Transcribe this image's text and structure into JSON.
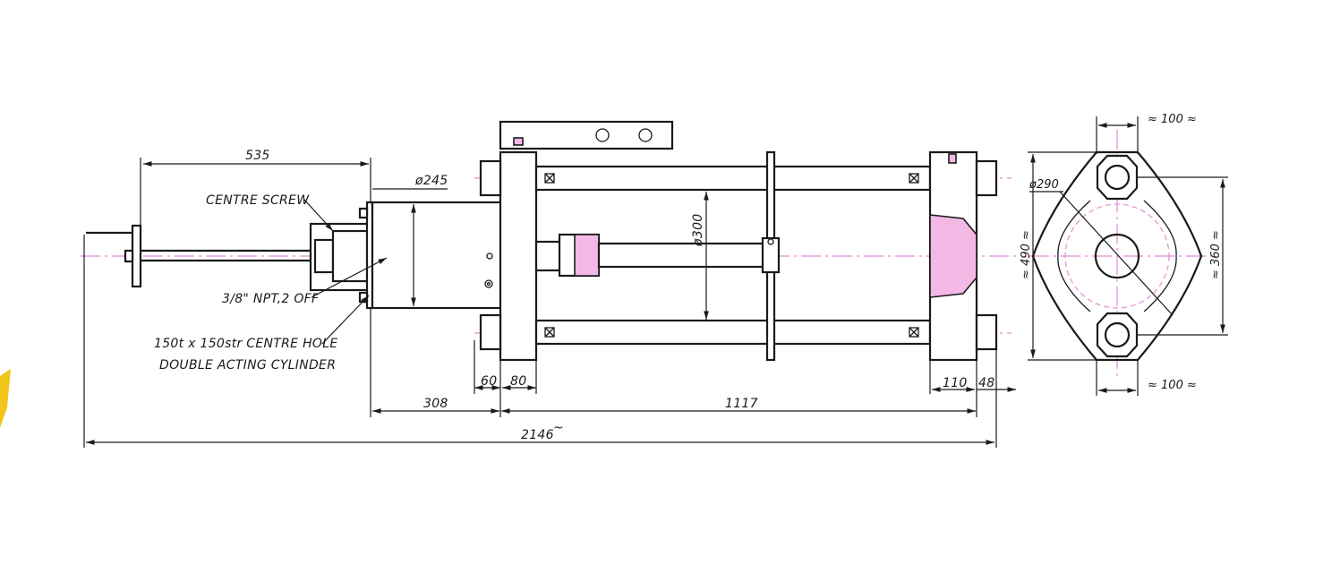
{
  "dimensions": {
    "d535": "535",
    "d308": "308",
    "d1117": "1117",
    "d2146": "2146",
    "d60": "60",
    "d80": "80",
    "d110": "110",
    "d48": "48",
    "phi245": "ø245",
    "phi300": "ø300",
    "phi290": "ø290",
    "d490": "≈ 490 ≈",
    "d360": "≈ 360 ≈",
    "top100": "≈ 100 ≈",
    "bottom100": "≈ 100 ≈",
    "tilde": "~"
  },
  "labels": {
    "centre_screw": "CENTRE SCREW",
    "npt": "3/8\" NPT,2 OFF",
    "cylinder_line1": "150t x 150str CENTRE HOLE",
    "cylinder_line2": "DOUBLE ACTING CYLINDER"
  },
  "colors": {
    "line": "#1a1a1a",
    "centerline": "#e79bd8",
    "hatch": "#f3b8e4",
    "accent": "#f0c419"
  }
}
